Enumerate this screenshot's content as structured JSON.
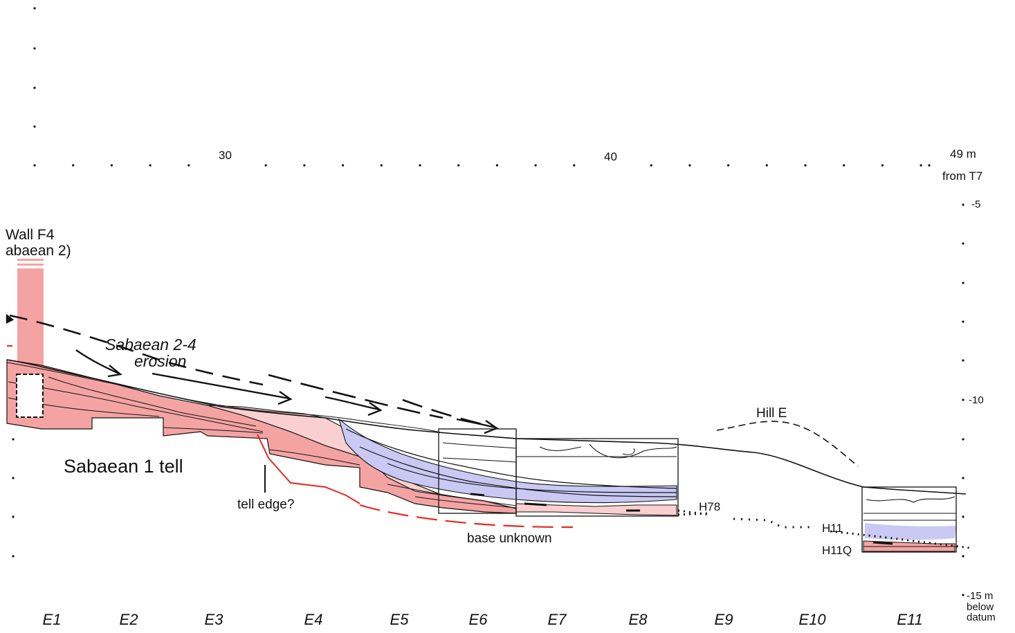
{
  "top_axis": {
    "tick_labels": [
      "30",
      "40",
      "49 m"
    ],
    "unit_note": "from T7"
  },
  "right_axis": {
    "tick_labels": [
      "-5",
      "-10",
      "-15 m"
    ],
    "unit_note": [
      "below",
      "datum"
    ]
  },
  "trench_labels": [
    "E1",
    "E2",
    "E3",
    "E4",
    "E5",
    "E6",
    "E7",
    "E8",
    "E9",
    "E10",
    "E11"
  ],
  "annotations": {
    "wall_line1": "Wall F4",
    "wall_line2": "abaean 2)",
    "erosion_line1": "Sabaean 2-4",
    "erosion_line2": "erosion",
    "tell": "Sabaean 1 tell",
    "tell_edge": "tell edge?",
    "base": "base unknown",
    "hill": "Hill E",
    "h78": "H78",
    "h11": "H11",
    "h11q": "H11Q"
  },
  "colors": {
    "sabaean1_fill": "#f4a3a3",
    "sabaean1_light": "#f9cfcf",
    "blue_layer": "#c9c9f4",
    "red_line": "#e8261e",
    "ink": "#111111"
  }
}
